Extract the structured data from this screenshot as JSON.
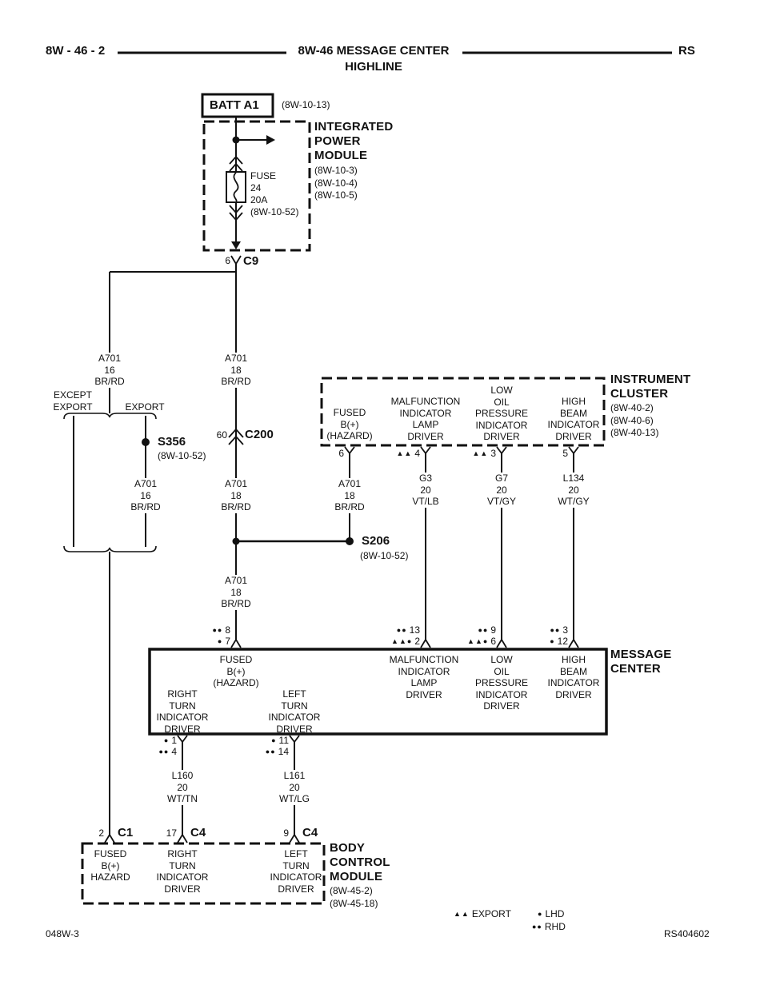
{
  "header": {
    "page_ref": "8W - 46 - 2",
    "title": "8W-46 MESSAGE CENTER",
    "subtitle": "HIGHLINE",
    "region": "RS"
  },
  "footer": {
    "left": "048W-3",
    "right": "RS404602"
  },
  "legend": {
    "export_markers": "▲▲",
    "export_label": "EXPORT",
    "lhd_marker": "●",
    "lhd_label": "LHD",
    "rhd_marker": "●●",
    "rhd_label": "RHD"
  },
  "power": {
    "batt_label": "BATT A1",
    "batt_ref": "(8W-10-13)",
    "module_name": "INTEGRATED\nPOWER\nMODULE",
    "module_refs": "(8W-10-3)\n(8W-10-4)\n(8W-10-5)",
    "fuse_label": "FUSE\n24\n20A\n(8W-10-52)",
    "c9_pin": "6",
    "c9_name": "C9"
  },
  "branch": {
    "except_export": "EXCEPT\nEXPORT",
    "export": "EXPORT"
  },
  "splices": {
    "s356_name": "S356",
    "s356_ref": "(8W-10-52)",
    "s206_name": "S206",
    "s206_ref": "(8W-10-52)"
  },
  "c200": {
    "pin": "60",
    "name": "C200"
  },
  "wires": {
    "a701_16_top": "A701\n16\nBR/RD",
    "a701_18_top": "A701\n18\nBR/RD",
    "a701_16_export": "A701\n16\nBR/RD",
    "a701_18_mid": "A701\n18\nBR/RD",
    "a701_18_ic": "A701\n18\nBR/RD",
    "a701_18_low": "A701\n18\nBR/RD",
    "g3": "G3\n20\nVT/LB",
    "g7": "G7\n20\nVT/GY",
    "l134": "L134\n20\nWT/GY",
    "l160": "L160\n20\nWT/TN",
    "l161": "L161\n20\nWT/LG"
  },
  "instrument_cluster": {
    "name": "INSTRUMENT\nCLUSTER",
    "refs": "(8W-40-2)\n(8W-40-6)\n(8W-40-13)",
    "pins": [
      {
        "markers": "",
        "num": "6",
        "fn": "FUSED\nB(+)\n(HAZARD)"
      },
      {
        "markers": "▲▲",
        "num": "4",
        "fn": "MALFUNCTION\nINDICATOR\nLAMP\nDRIVER"
      },
      {
        "markers": "▲▲",
        "num": "3",
        "fn": "LOW\nOIL\nPRESSURE\nINDICATOR\nDRIVER"
      },
      {
        "markers": "",
        "num": "5",
        "fn": "HIGH\nBEAM\nINDICATOR\nDRIVER"
      }
    ]
  },
  "message_center": {
    "name": "MESSAGE\nCENTER",
    "top_pins": [
      {
        "l1m": "●●",
        "l1n": "8",
        "l2m": "●",
        "l2n": "7"
      },
      {
        "l1m": "●●",
        "l1n": "13",
        "l2m": "▲▲●",
        "l2n": "2"
      },
      {
        "l1m": "●●",
        "l1n": "9",
        "l2m": "▲▲●",
        "l2n": "6"
      },
      {
        "l1m": "●●",
        "l1n": "3",
        "l2m": "●",
        "l2n": "12"
      }
    ],
    "labels": {
      "fused": "FUSED\nB(+)\n(HAZARD)",
      "right_turn": "RIGHT\nTURN\nINDICATOR\nDRIVER",
      "left_turn": "LEFT\nTURN\nINDICATOR\nDRIVER",
      "mil": "MALFUNCTION\nINDICATOR\nLAMP\nDRIVER",
      "low_oil": "LOW\nOIL\nPRESSURE\nINDICATOR\nDRIVER",
      "high_beam": "HIGH\nBEAM\nINDICATOR\nDRIVER"
    },
    "bottom_pins": [
      {
        "l1m": "●",
        "l1n": "1",
        "l2m": "●●",
        "l2n": "4"
      },
      {
        "l1m": "●",
        "l1n": "11",
        "l2m": "●●",
        "l2n": "14"
      }
    ]
  },
  "bcm": {
    "name": "BODY\nCONTROL\nMODULE",
    "refs": "(8W-45-2)\n(8W-45-18)",
    "pins": [
      {
        "num": "2",
        "conn": "C1"
      },
      {
        "num": "17",
        "conn": "C4"
      },
      {
        "num": "9",
        "conn": "C4"
      }
    ],
    "labels": {
      "fused": "FUSED\nB(+)\nHAZARD",
      "right_turn": "RIGHT\nTURN\nINDICATOR\nDRIVER",
      "left_turn": "LEFT\nTURN\nINDICATOR\nDRIVER"
    }
  }
}
